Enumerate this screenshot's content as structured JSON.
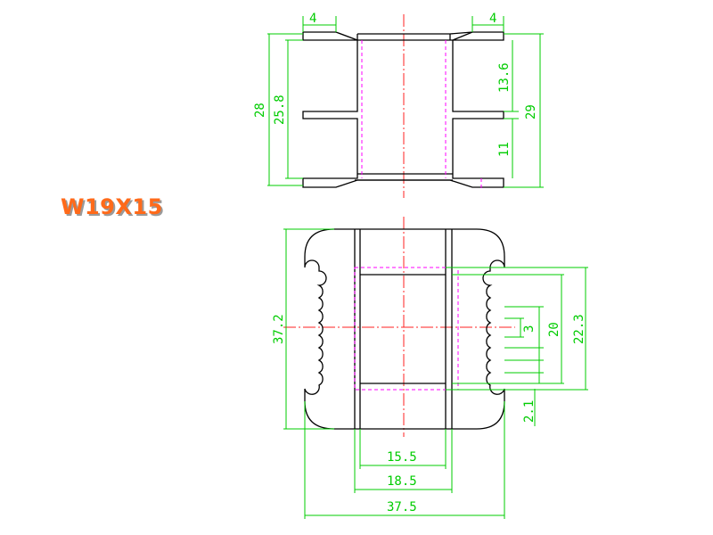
{
  "title": "W19X15",
  "colors": {
    "title": "#ff6a1a",
    "dimension": "#00cc00",
    "centerline": "#ff2020",
    "hidden": "#ff00ff",
    "outline": "#000000"
  },
  "top_view_dims": {
    "left_offset": "4",
    "right_offset": "4",
    "outer_height": "28",
    "inner_height": "25.8",
    "upper_gap": "13.6",
    "total_height": "29",
    "lower_gap": "11"
  },
  "front_view_dims": {
    "height": "37.2",
    "slot": "3",
    "window": "20",
    "core": "22.3",
    "flange": "2.1",
    "inner_width": "15.5",
    "mid_width": "18.5",
    "outer_width": "37.5"
  }
}
